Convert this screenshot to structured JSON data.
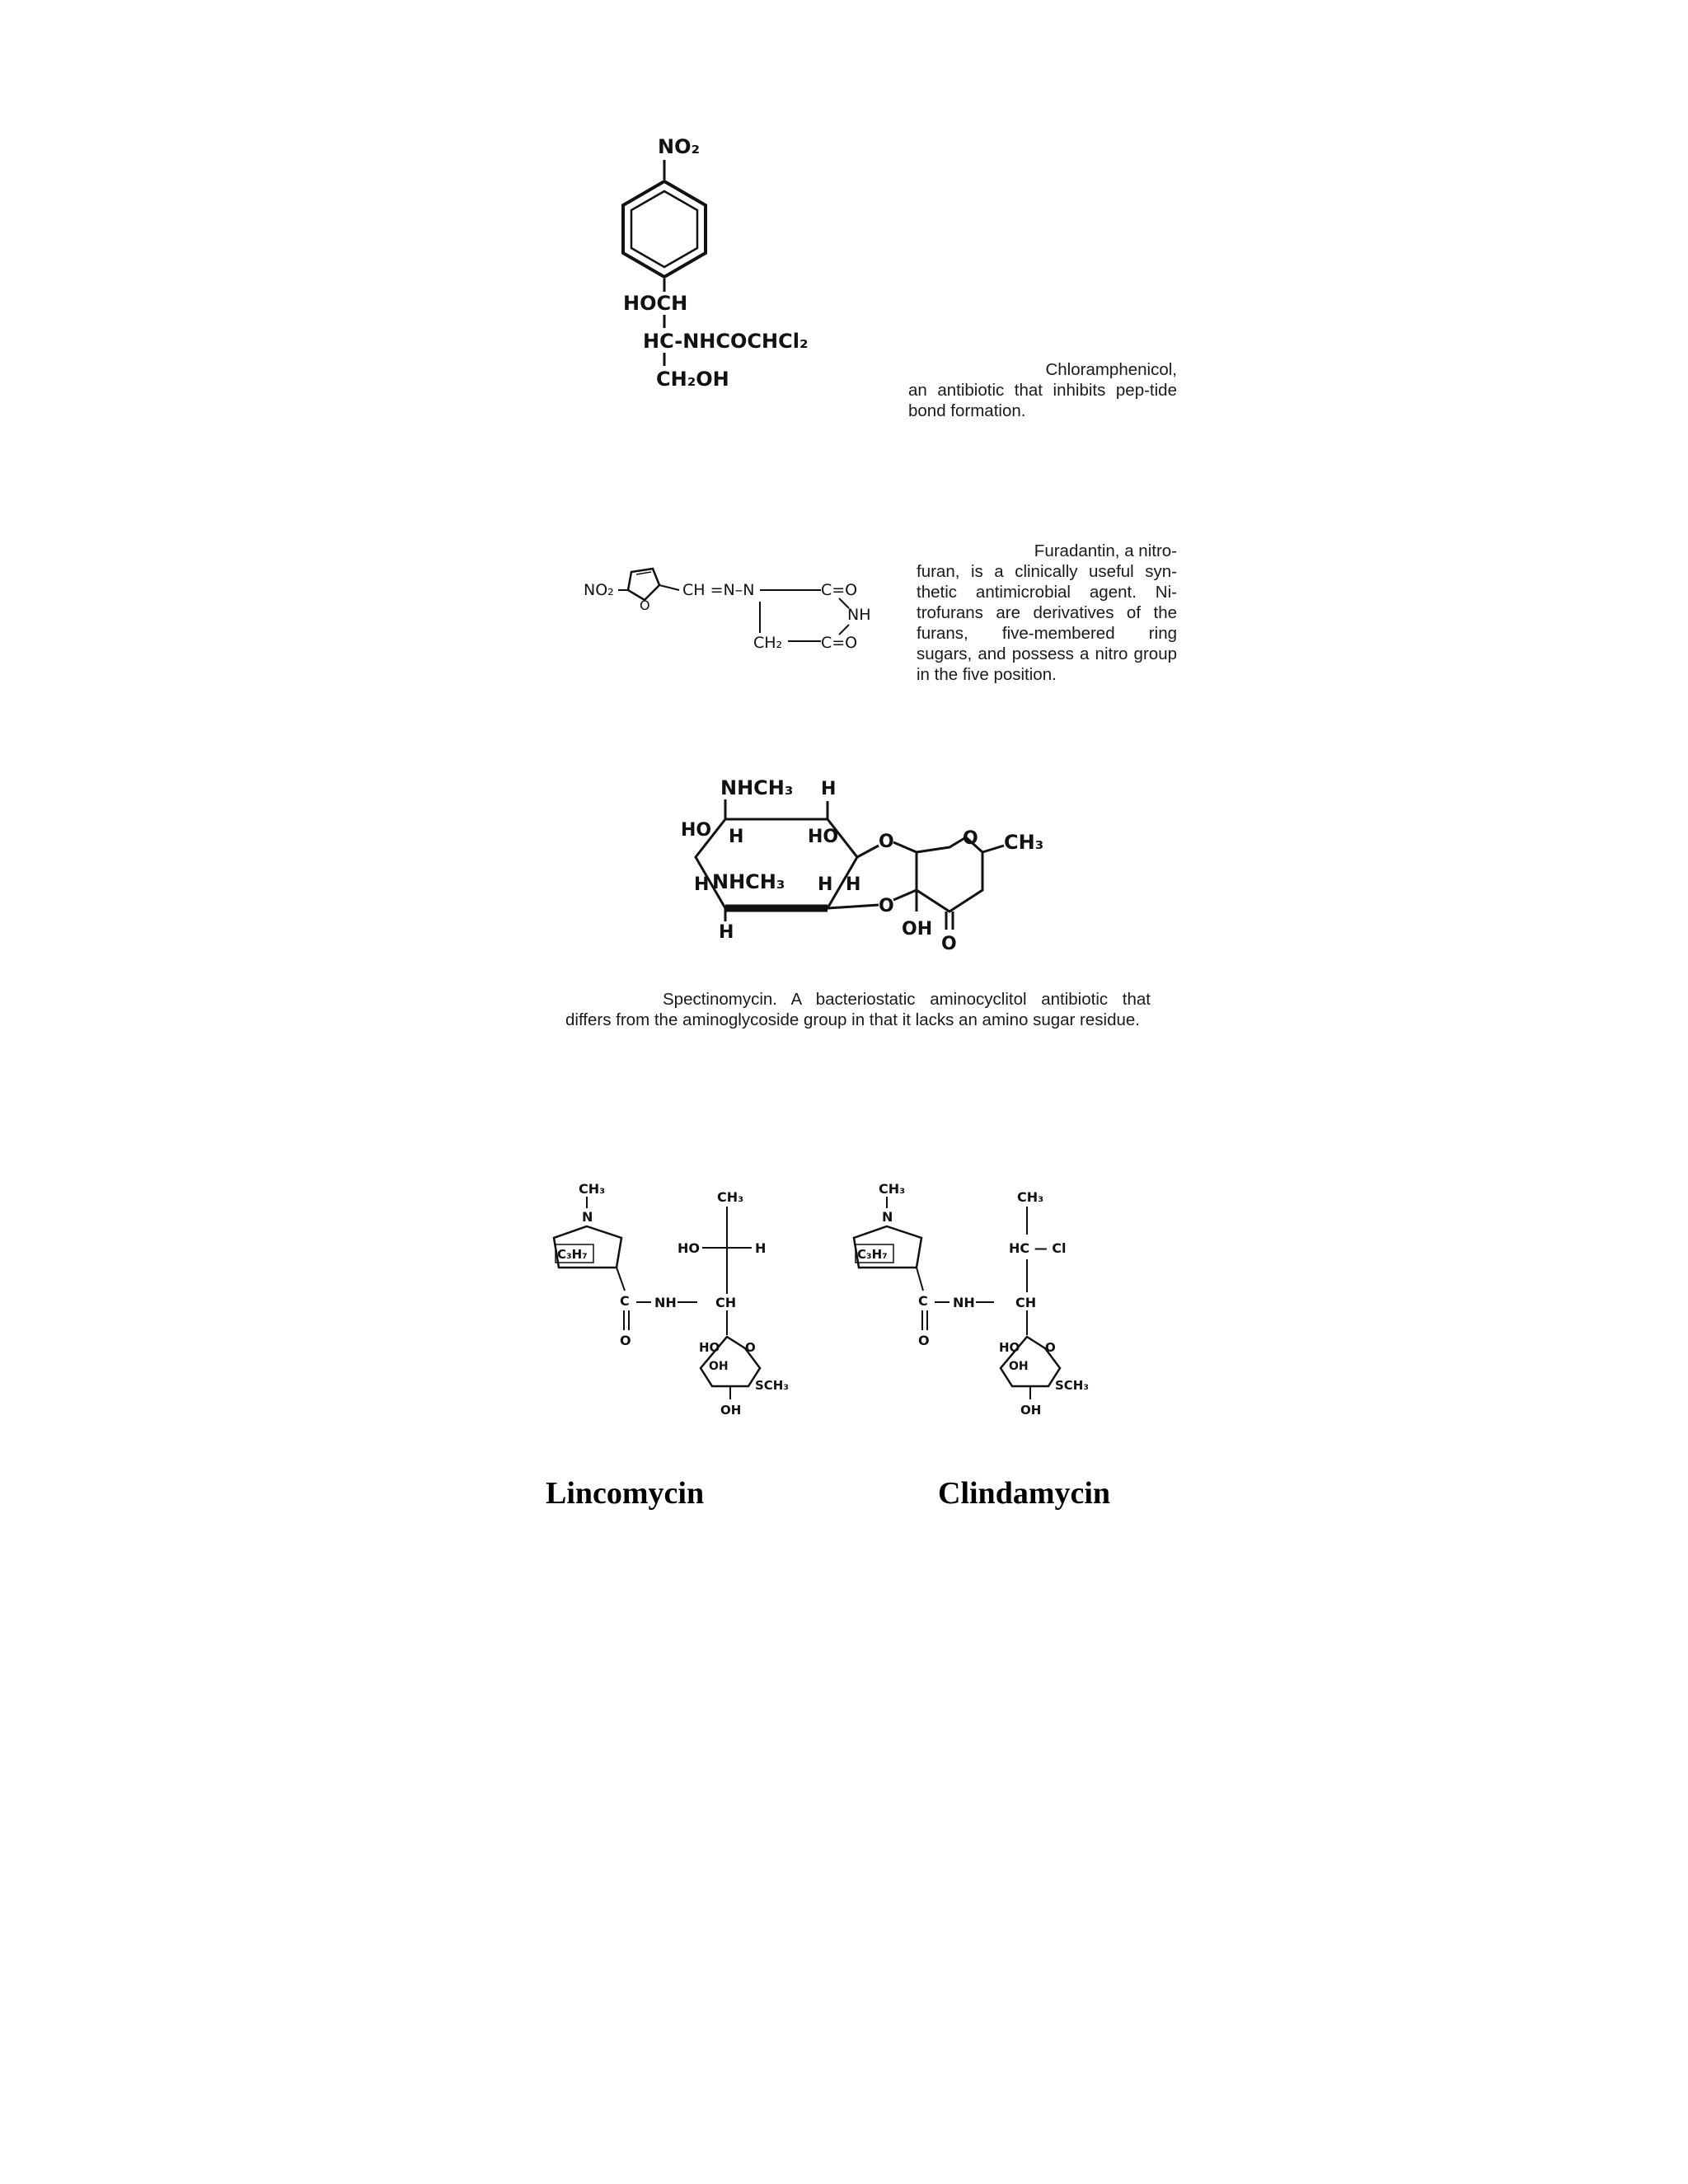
{
  "chloramphenicol": {
    "labels": {
      "no2": "NO₂",
      "hoch": "HOCH",
      "hc_group": "HC-NHCOCHCl₂",
      "ch2oh": "CH₂OH"
    },
    "caption_line1": "Chloramphenicol,",
    "caption_rest": "an antibiotic that inhibits pep-tide bond formation."
  },
  "furadantin": {
    "labels": {
      "no2": "NO₂",
      "o": "O",
      "chain": "CH =N–N",
      "c_o_top": "C=O",
      "nh": "NH",
      "ch2": "CH₂",
      "c_o_bottom": "C=O"
    },
    "caption_line1": "Furadantin, a nitro-",
    "caption_rest": "furan, is a clinically useful syn-thetic antimicrobial agent. Ni-trofurans are derivatives of the furans, five-membered ring sugars, and possess a nitro group in the five position."
  },
  "spectinomycin": {
    "labels": {
      "nhch3_top": "NHCH₃",
      "h_top": "H",
      "ho_left": "HO",
      "h_inner": "H",
      "ho_mid": "HO",
      "o1": "O",
      "o2": "O",
      "ch3": "CH₃",
      "h_left": "H",
      "nhch3_mid": "NHCH₃",
      "h_mid": "H",
      "h_mid2": "H",
      "o3": "O",
      "h_bottom": "H",
      "oh": "OH",
      "o_ketone": "O"
    },
    "caption": "Spectinomycin. A bacteriostatic aminocyclitol antibiotic that differs from the aminoglycoside group in that it lacks an amino sugar residue."
  },
  "lincomycin": {
    "name": "Lincomycin",
    "labels": {
      "ch3_n": "CH₃",
      "n": "N",
      "c3h7": "C₃H₇",
      "ch3_top": "CH₃",
      "ho": "HO",
      "h": "H",
      "c": "C",
      "nh": "NH",
      "ch": "CH",
      "o_dbl": "O",
      "ho_ring": "HO",
      "o_ring": "O",
      "oh_ring": "OH",
      "sch3": "SCH₃",
      "oh_bottom": "OH"
    }
  },
  "clindamycin": {
    "name": "Clindamycin",
    "labels": {
      "ch3_n": "CH₃",
      "n": "N",
      "c3h7": "C₃H₇",
      "ch3_top": "CH₃",
      "hc_cl": "HC — Cl",
      "c": "C",
      "nh": "NH",
      "ch": "CH",
      "o_dbl": "O",
      "ho_ring": "HO",
      "o_ring": "O",
      "oh_ring": "OH",
      "sch3": "SCH₃",
      "oh_bottom": "OH"
    }
  }
}
